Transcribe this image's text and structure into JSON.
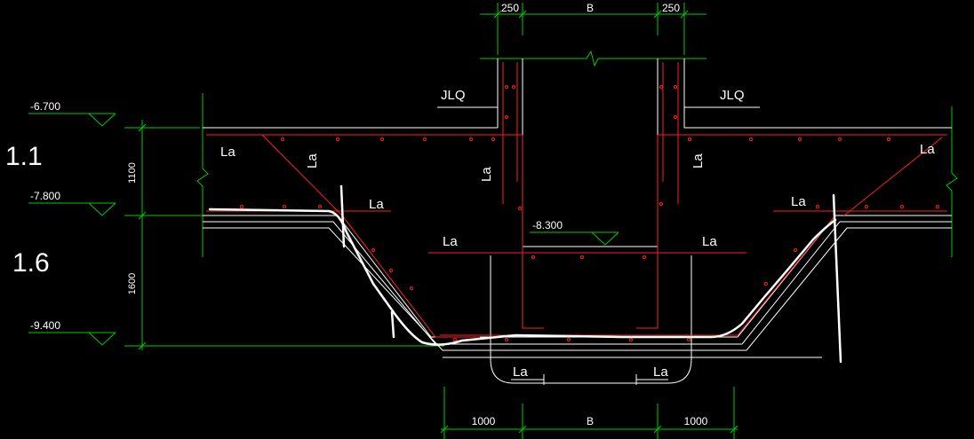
{
  "colors": {
    "background": "#000000",
    "dimension": "#00cc00",
    "rebar": "#ff2020",
    "outline": "#ffffff",
    "sketch": "#ffffff"
  },
  "top_dims": {
    "left": "250",
    "middle": "B",
    "right": "250"
  },
  "bottom_dims": {
    "left": "1000",
    "middle": "B",
    "right": "1000"
  },
  "vertical_dims": {
    "upper": "1100",
    "lower": "1600"
  },
  "elevations": {
    "e1": "-6.700",
    "e2": "-7.800",
    "e3": "-9.400",
    "e4": "-8.300"
  },
  "ratios": {
    "upper": "1.1",
    "lower": "1.6"
  },
  "labels": {
    "jlq_left": "JLQ",
    "jlq_right": "JLQ",
    "la": "La"
  }
}
